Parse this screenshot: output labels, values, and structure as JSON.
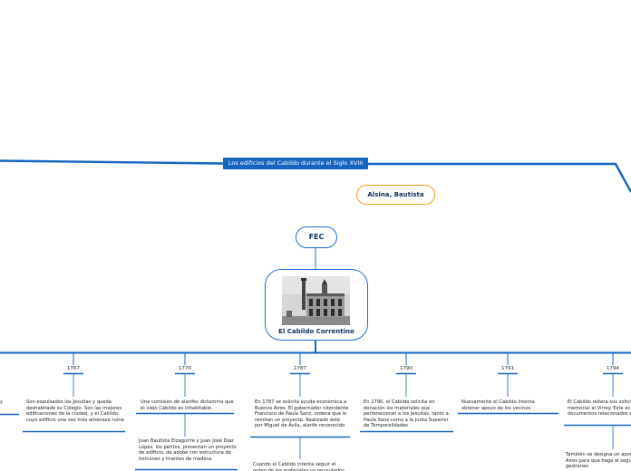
{
  "topic": "Los edificios del Cabildo durante el Siglo XVIII",
  "alsina": "Alsina, Bautista",
  "fec": "FEC",
  "central": "El Cabildo Correntino",
  "cut_left": "y",
  "timeline": [
    {
      "year": "1767",
      "text": "Son expulsados los Jesuitas y queda deshabitado su Colegio. Son las mejores edificaciones de la ciudad, y el Cabildo, cuyo edificio una vez más amenaza ruina"
    },
    {
      "year": "1770",
      "text": "Una comisión de alarifes dictamina que el viejo Cabildo es inhabitable.",
      "text2": "Juan Bautista Elzaguirre y Juan José Díaz López, los peritos, presentan un proyecto de edificio, de adobe con estructura de horcones y tirantes de madera."
    },
    {
      "year": "1787",
      "text": "En 1787 se solicita ayuda económica a Buenos Aires. El gobernador intendente Francisco de Paula Sanz, ordena que le remitan un proyectp. Realizado éste por Miguel de Ávila, alarife reconocido",
      "text2": "Cuando el Cabildo intenta seguir el orden de los materiales ya recaudados"
    },
    {
      "year": "1790",
      "text": "En 1790, el Cabildo solicita en donación los materiales que pertenecieran a los Jesuitas, tanto a Paula Sanz como a la Junta Superior de Temporalidades"
    },
    {
      "year": "1791",
      "text": "Nuevamente el Cabildo intenta obtener apoyo de los vecinos"
    },
    {
      "year": "1794",
      "text": "El Cabildo reitera sus solicitudes con un largo memorial al Virrey. Este es enviado junto con documentos relacionados al caso.",
      "text2": "También se designa un apoderado en Buenos Aires para que haga el seguimiento de las gestiones"
    }
  ]
}
